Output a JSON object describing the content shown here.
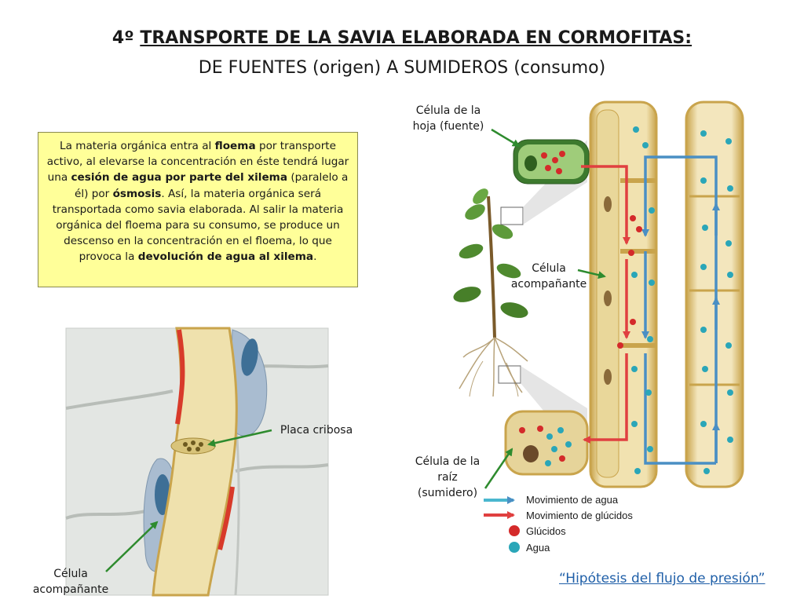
{
  "title": {
    "number": "4º",
    "text": "TRANSPORTE DE LA SAVIA ELABORADA EN CORMOFITAS:"
  },
  "subtitle": "DE FUENTES (origen) A SUMIDEROS (consumo)",
  "textbox": {
    "t1": "La materia orgánica entra al ",
    "b1": "floema",
    "t2": " por transporte activo, al elevarse la concentración en éste tendrá lugar una ",
    "b2": "cesión de agua por parte del xilema",
    "t3": " (paralelo a él) por ",
    "b3": "ósmosis",
    "t4": ". Así, la materia orgánica será transportada como savia elaborada. Al salir la materia orgánica del floema para su consumo, se produce un descenso en la concentración en el floema, lo que provoca la ",
    "b4": "devolución de agua al xilema",
    "t5": "."
  },
  "labels": {
    "leaf_cell_line1": "Célula de la",
    "leaf_cell_line2": "hoja (fuente)",
    "companion_right_line1": "Célula",
    "companion_right_line2": "acompañante",
    "root_cell_line1": "Célula de la",
    "root_cell_line2": "raíz",
    "root_cell_line3": "(sumidero)",
    "sieve_plate": "Placa cribosa",
    "companion_left_line1": "Célula",
    "companion_left_line2": "acompañante"
  },
  "legend": {
    "water_movement": "Movimiento de agua",
    "sugar_movement": "Movimiento de glúcidos",
    "sugars": "Glúcidos",
    "water": "Agua"
  },
  "footer": "“Hipótesis del flujo de presión”",
  "colors": {
    "water": "#2aa6b8",
    "sugar": "#d42a2a",
    "arrow_water": "#4a8fc4",
    "arrow_sugar": "#e04040",
    "tube": "#e6d49a",
    "tube_border": "#c9a44c",
    "label_arrow": "#2e8b2e",
    "textbox_bg": "#ffff99"
  }
}
